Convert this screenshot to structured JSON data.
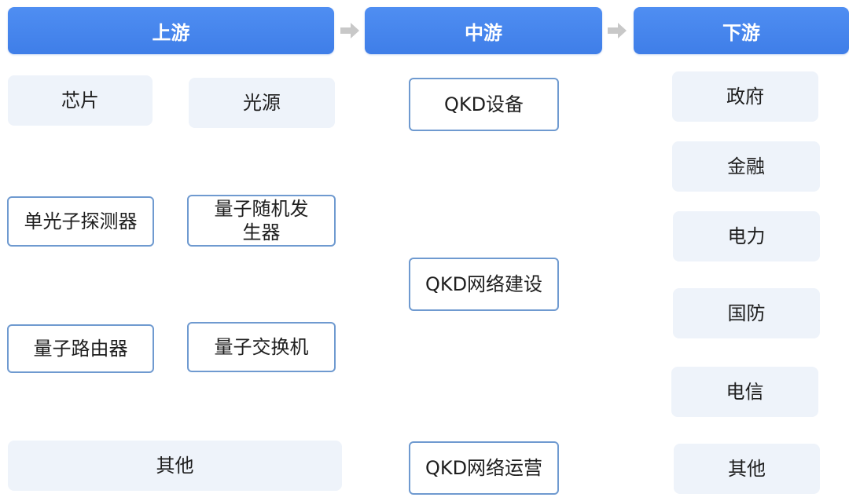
{
  "headers": {
    "upstream": "上游",
    "midstream": "中游",
    "downstream": "下游"
  },
  "upstream": {
    "chip": "芯片",
    "light_source": "光源",
    "single_photon_detector": "单光子探测器",
    "qrng": "量子随机发生器",
    "quantum_router": "量子路由器",
    "quantum_switch": "量子交换机",
    "other": "其他"
  },
  "midstream": {
    "qkd_equipment": "QKD设备",
    "qkd_network_construction": "QKD网络建设",
    "qkd_network_operation": "QKD网络运营"
  },
  "downstream": {
    "government": "政府",
    "finance": "金融",
    "power": "电力",
    "defense": "国防",
    "telecom": "电信",
    "other": "其他"
  },
  "colors": {
    "header_blue": "#4585ee",
    "soft_box": "#eef3fa",
    "outline": "#6f9ad0",
    "arrow": "#c8c8c8"
  },
  "icons": {
    "arrow": "right-arrow-icon"
  }
}
